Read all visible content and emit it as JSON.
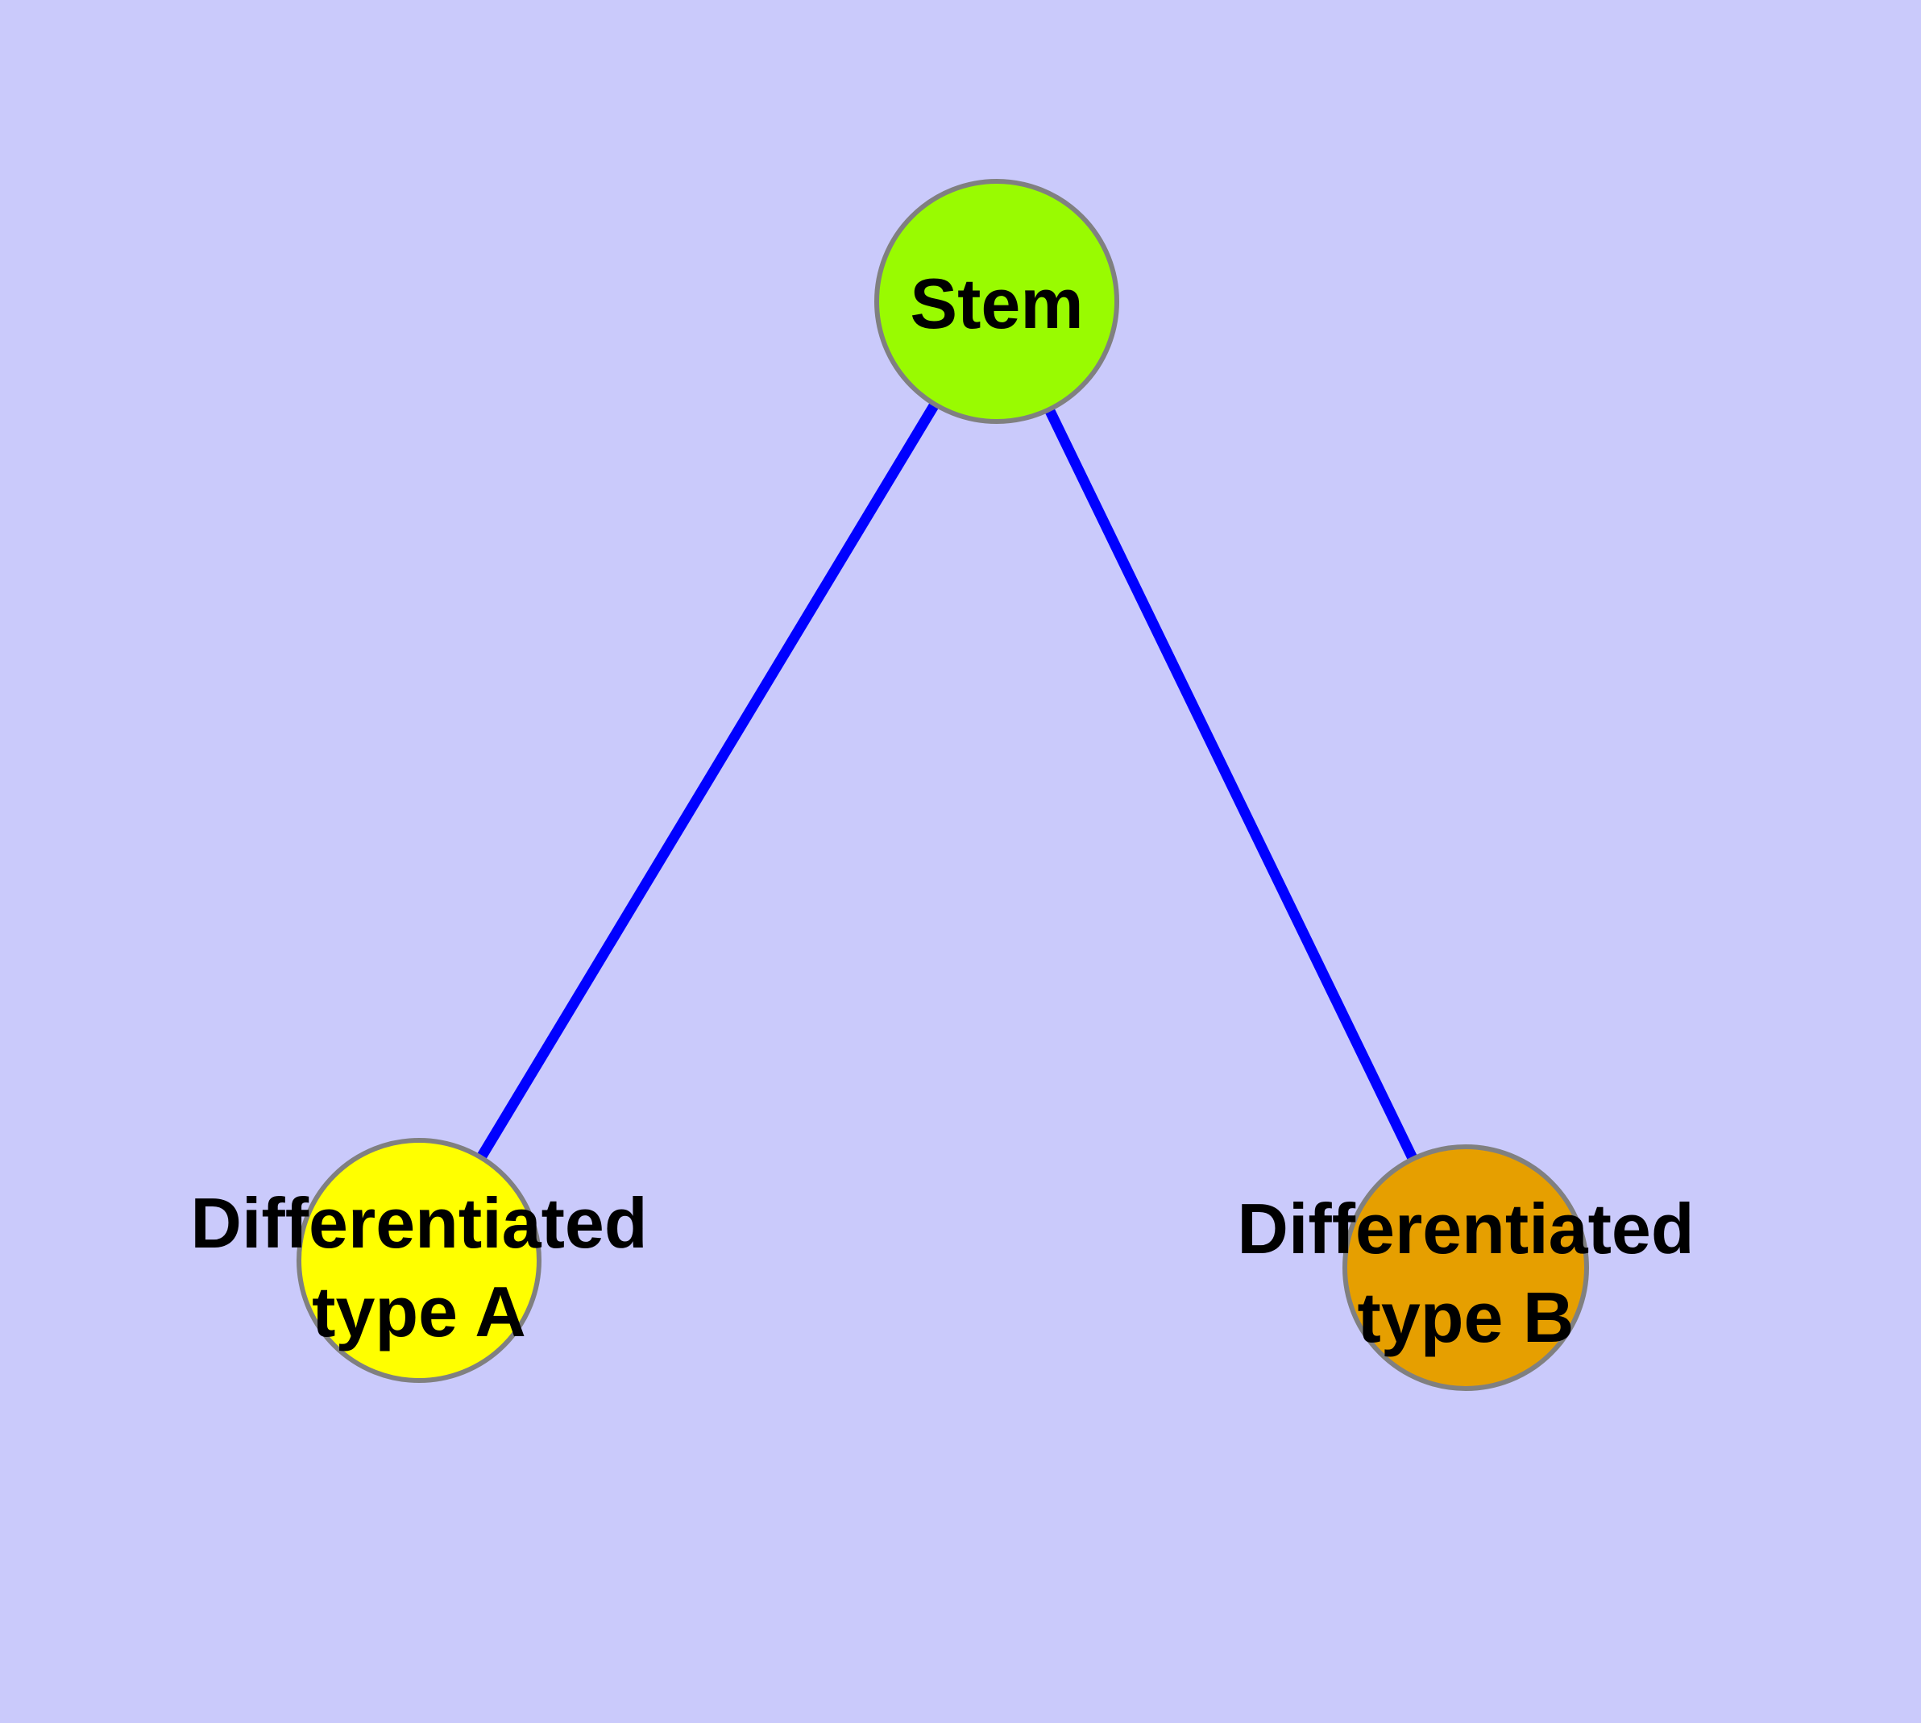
{
  "diagram": {
    "type": "node-link-graph",
    "background_color": "#CACAFB",
    "edge_color": "#0000FF",
    "node_stroke_color": "#808080",
    "label_color": "#000000",
    "nodes": [
      {
        "id": "stem",
        "label": "Stem",
        "label_lines": [
          "Stem"
        ],
        "color": "#99FB01"
      },
      {
        "id": "differentiated-type-a",
        "label": "Differentiated type A",
        "label_lines": [
          "Differentiated",
          "type A"
        ],
        "color": "#FFFF00"
      },
      {
        "id": "differentiated-type-b",
        "label": "Differentiated type B",
        "label_lines": [
          "Differentiated",
          "type B"
        ],
        "color": "#E69F00"
      }
    ],
    "edges": [
      {
        "from": "Stem",
        "to": "Differentiated type A"
      },
      {
        "from": "Stem",
        "to": "Differentiated type B"
      }
    ]
  }
}
